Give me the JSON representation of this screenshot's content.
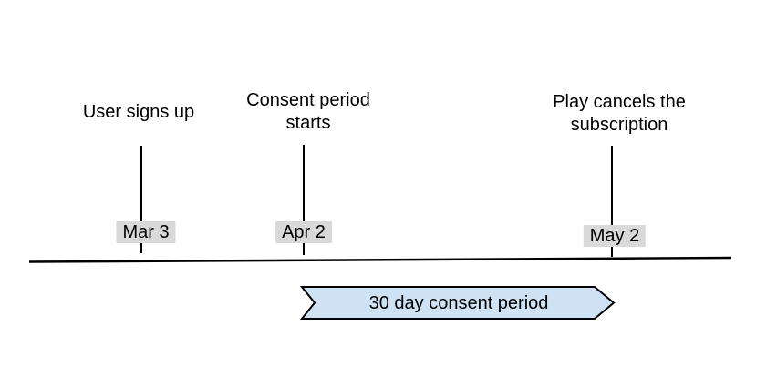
{
  "events": [
    {
      "label": "User signs up",
      "date": "Mar 3"
    },
    {
      "label": "Consent period\nstarts",
      "date": "Apr 2"
    },
    {
      "label": "Play cancels the\nsubscription",
      "date": "May 2"
    }
  ],
  "banner": {
    "label": "30 day consent period"
  },
  "colors": {
    "background": "#ffffff",
    "text": "#000000",
    "line": "#000000",
    "date_label_bg": "#d9d9d9",
    "banner_fill": "#cfe2f3",
    "banner_border": "#000000"
  }
}
